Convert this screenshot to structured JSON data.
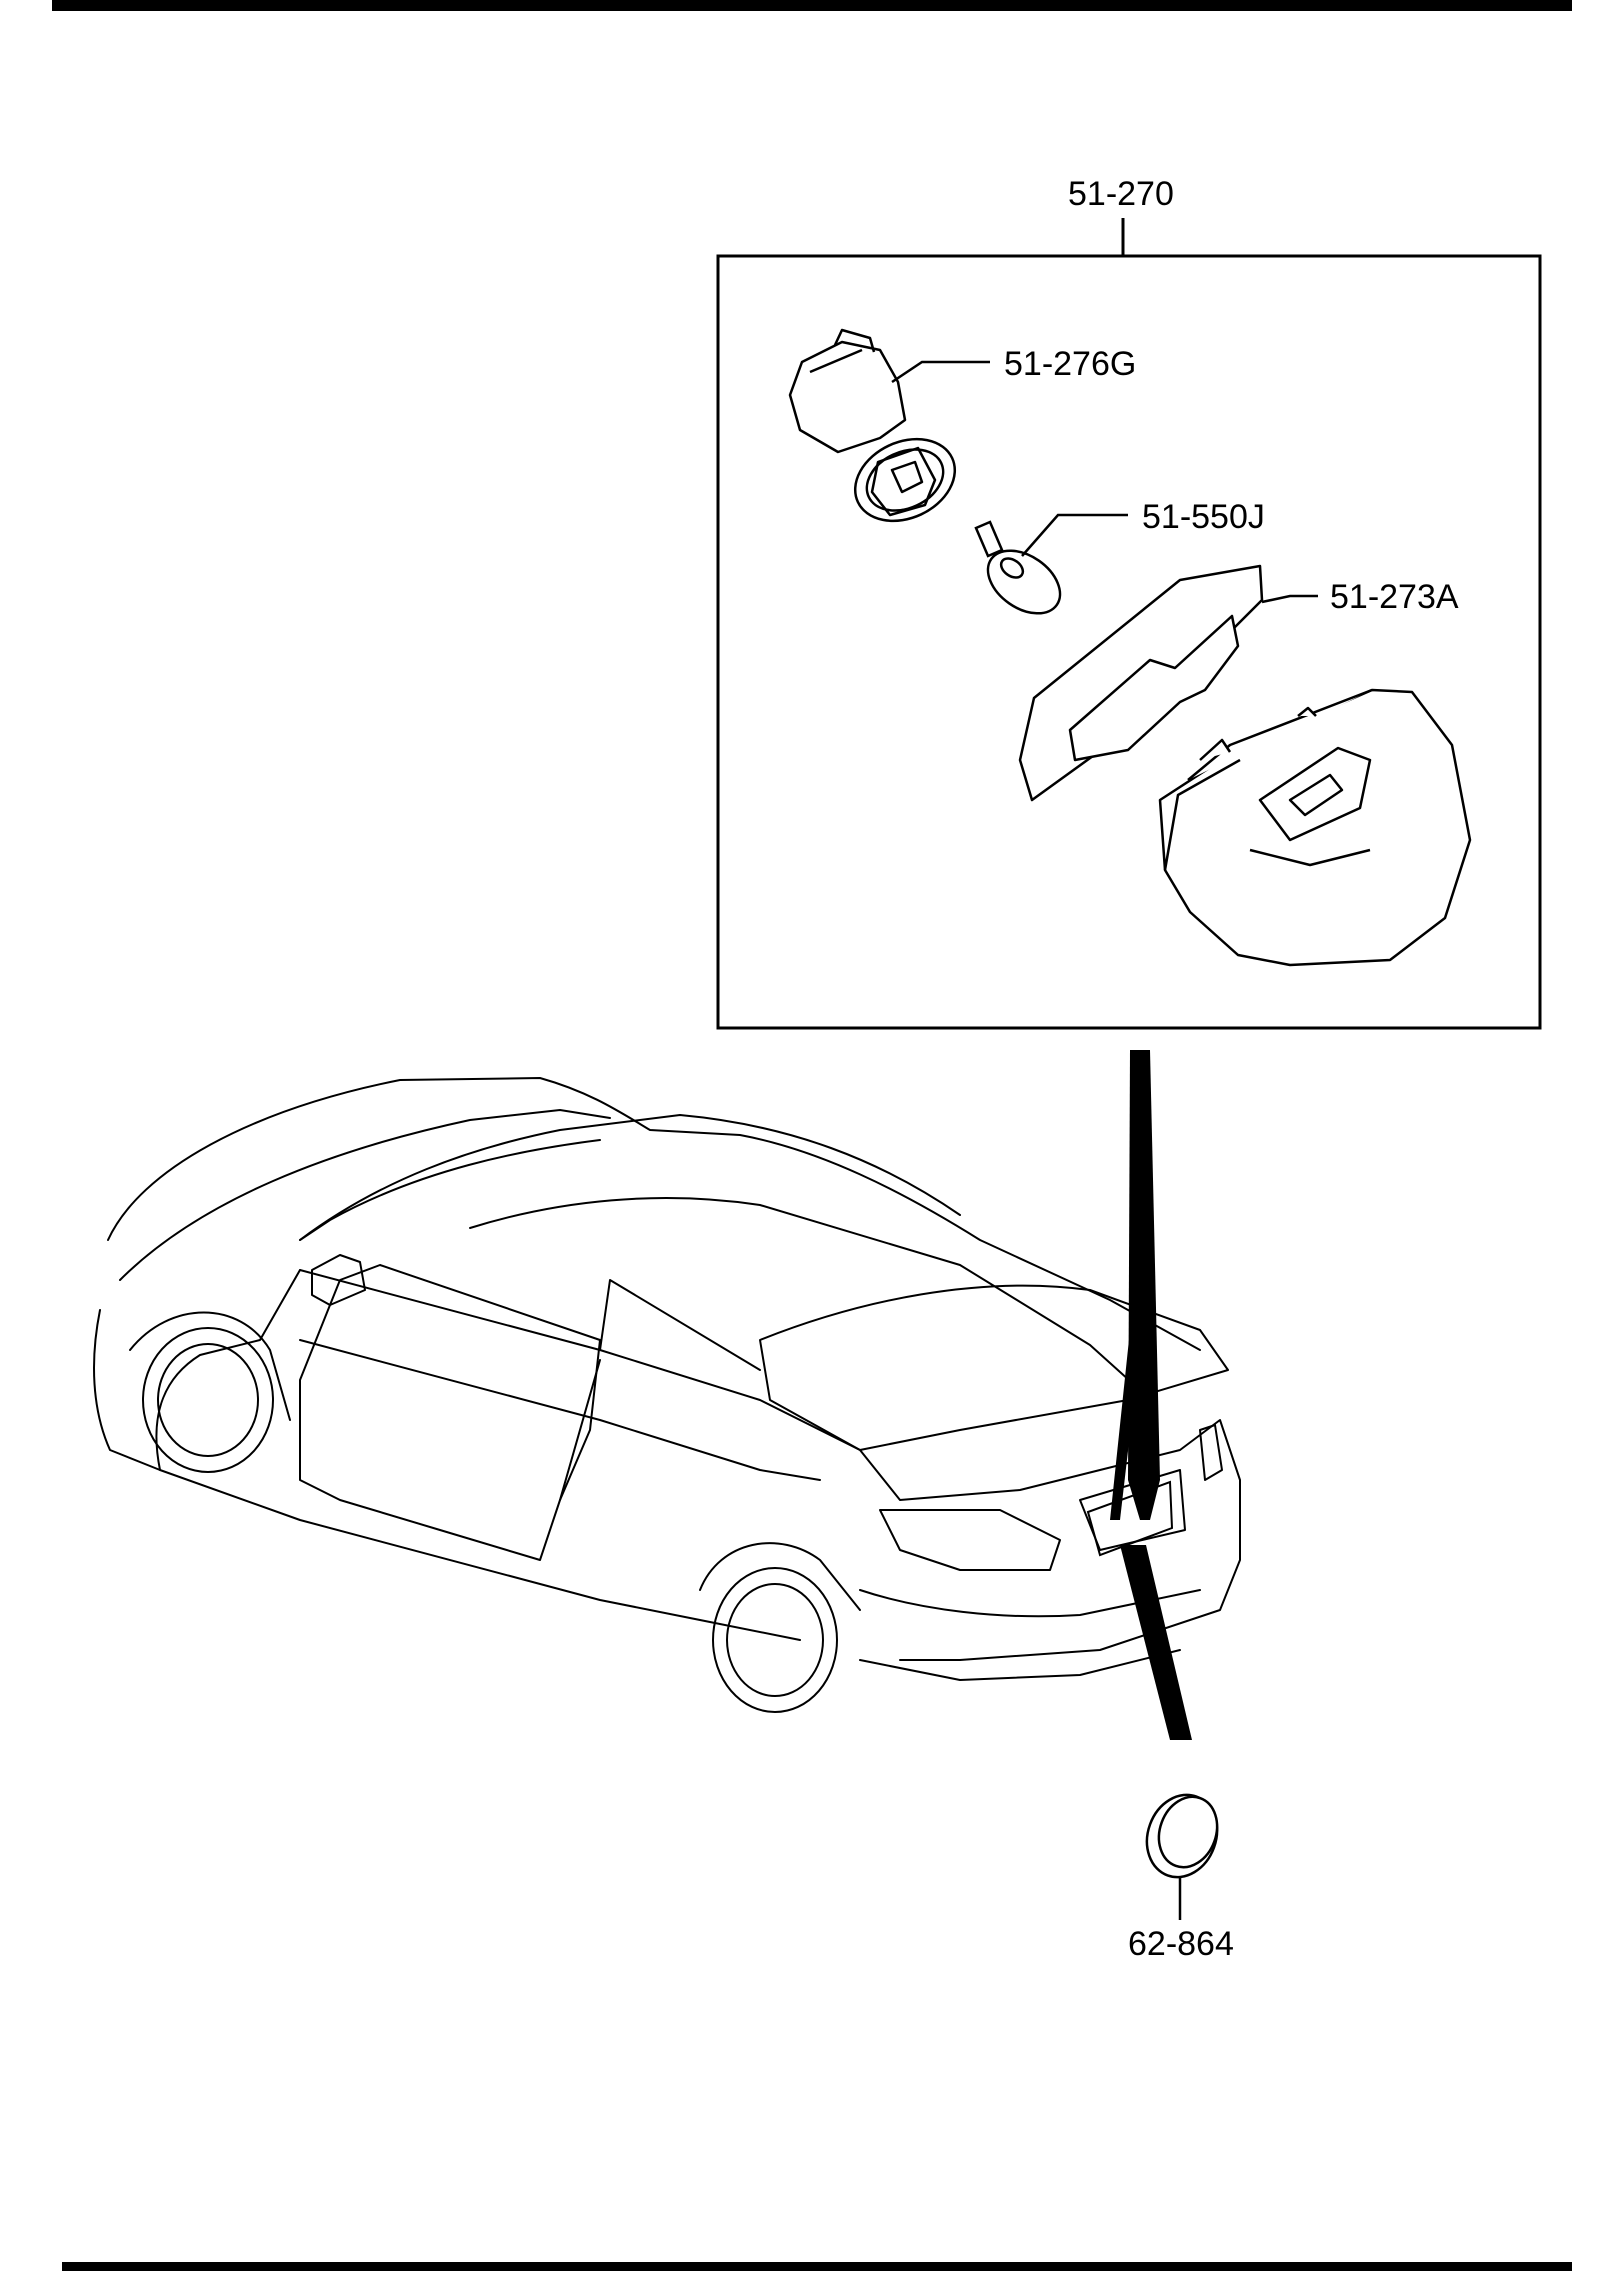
{
  "callouts": {
    "assembly": "51-270",
    "socket": "51-276G",
    "bulb": "51-550J",
    "gasket": "51-273A",
    "plug": "62-864"
  }
}
